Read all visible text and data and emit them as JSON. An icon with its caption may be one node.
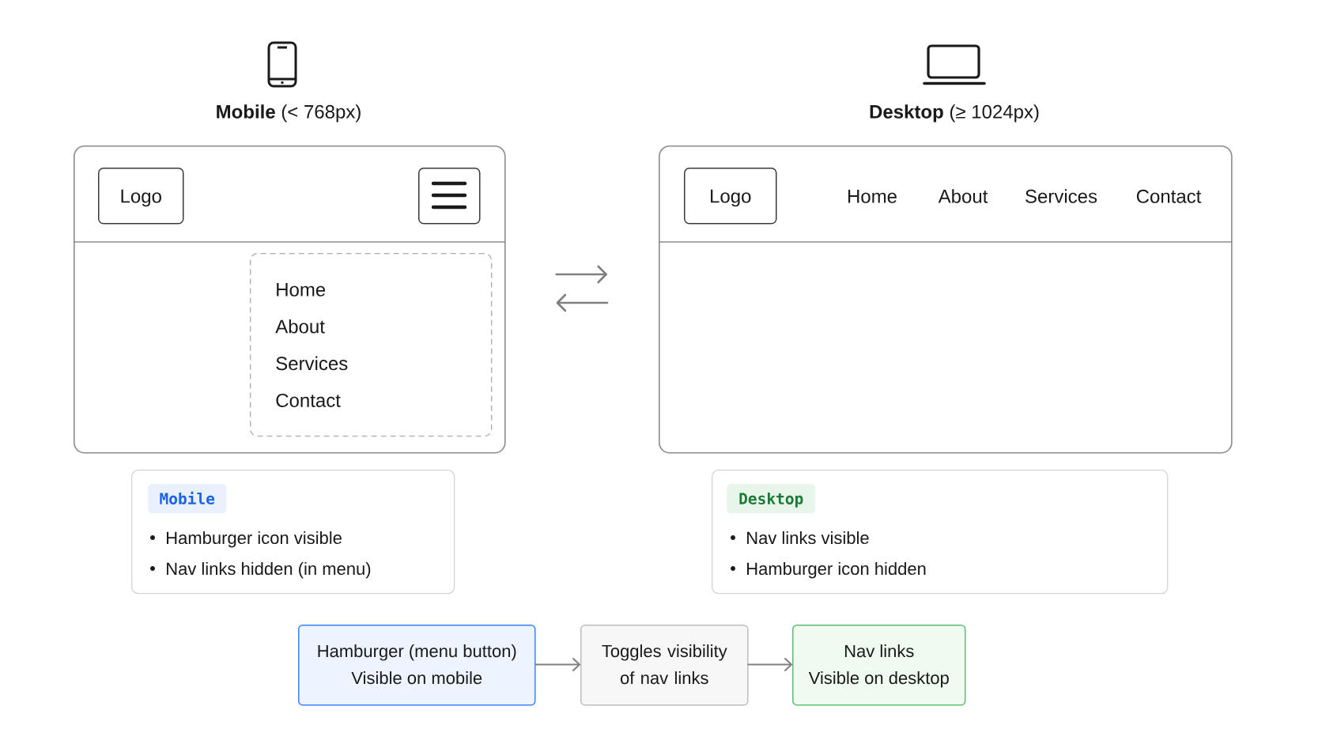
{
  "diagram": {
    "nodes": [
      {
        "text": [
          "**Mobile** (< 768px)"
        ]
      },
      {
        "text": [
          "Logo"
        ],
        "in": 0
      },
      {
        "text": [],
        "shape": "box",
        "in": 0
      },
      {
        "text": [
          "Home",
          "About",
          "Services",
          "Contact"
        ],
        "in": 0
      },
      {
        "text": [
          "**Desktop** (≥ 1024px)",
          "Home",
          "About",
          "Services",
          "Contact"
        ]
      },
      {
        "text": [
          "Logo"
        ],
        "in": 4
      },
      {
        "text": [
          "Hamburger icon visible",
          "Nav links hidden (in menu)"
        ]
      },
      {
        "text": [
          "Mobile"
        ],
        "in": 6
      },
      {
        "text": [
          "Nav links visible",
          "Hamburger icon hidden"
        ]
      },
      {
        "text": [
          "Desktop"
        ],
        "in": 8
      },
      {
        "text": [
          "Hamburger (menu button)",
          "Visible on mobile"
        ]
      },
      {
        "text": [
          "Toggles visibility of nav links"
        ]
      },
      {
        "text": [
          "Nav links",
          "Visible on desktop"
        ]
      }
    ],
    "edges": [
      {
        "from": 0,
        "to": 4,
        "arrow": "to"
      },
      {
        "from": 4,
        "to": 0,
        "arrow": "to"
      },
      {
        "from": 10,
        "to": 11,
        "arrow": "to"
      },
      {
        "from": 11,
        "to": 12,
        "arrow": "to"
      }
    ]
  }
}
